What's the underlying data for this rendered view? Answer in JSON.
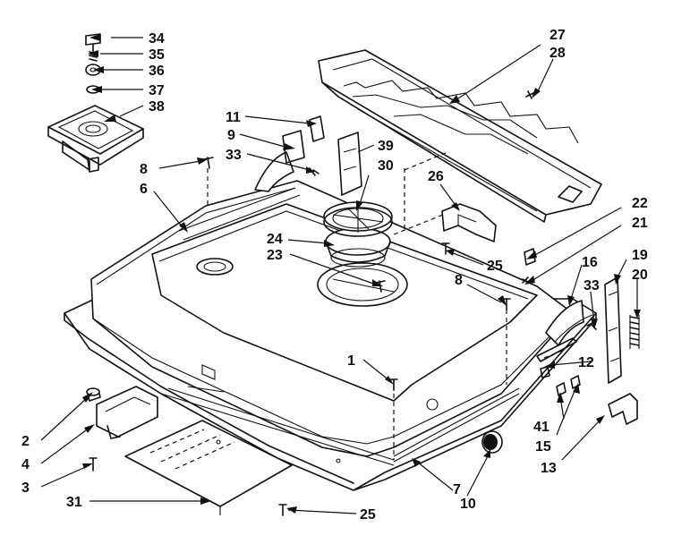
{
  "labels": [
    {
      "id": "34",
      "text": "34"
    },
    {
      "id": "35",
      "text": "35"
    },
    {
      "id": "36",
      "text": "36"
    },
    {
      "id": "37",
      "text": "37"
    },
    {
      "id": "38",
      "text": "38"
    },
    {
      "id": "27",
      "text": "27"
    },
    {
      "id": "28",
      "text": "28"
    },
    {
      "id": "11",
      "text": "11"
    },
    {
      "id": "9",
      "text": "9"
    },
    {
      "id": "39",
      "text": "39"
    },
    {
      "id": "33a",
      "text": "33"
    },
    {
      "id": "30",
      "text": "30"
    },
    {
      "id": "8a",
      "text": "8"
    },
    {
      "id": "6",
      "text": "6"
    },
    {
      "id": "26",
      "text": "26"
    },
    {
      "id": "22",
      "text": "22"
    },
    {
      "id": "21",
      "text": "21"
    },
    {
      "id": "24",
      "text": "24"
    },
    {
      "id": "23",
      "text": "23"
    },
    {
      "id": "25a",
      "text": "25"
    },
    {
      "id": "19",
      "text": "19"
    },
    {
      "id": "16",
      "text": "16"
    },
    {
      "id": "20",
      "text": "20"
    },
    {
      "id": "8b",
      "text": "8"
    },
    {
      "id": "33b",
      "text": "33"
    },
    {
      "id": "1",
      "text": "1"
    },
    {
      "id": "12",
      "text": "12"
    },
    {
      "id": "2",
      "text": "2"
    },
    {
      "id": "4",
      "text": "4"
    },
    {
      "id": "3",
      "text": "3"
    },
    {
      "id": "41",
      "text": "41"
    },
    {
      "id": "15",
      "text": "15"
    },
    {
      "id": "13",
      "text": "13"
    },
    {
      "id": "7",
      "text": "7"
    },
    {
      "id": "10",
      "text": "10"
    },
    {
      "id": "31",
      "text": "31"
    },
    {
      "id": "25b",
      "text": "25"
    }
  ]
}
